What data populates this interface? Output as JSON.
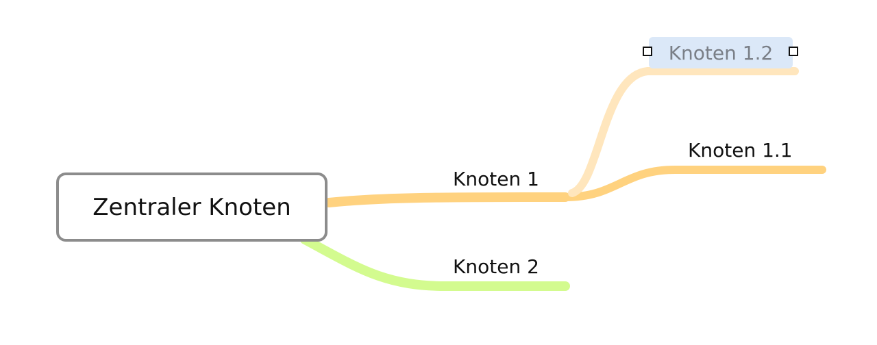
{
  "mindmap": {
    "central_node": {
      "label": "Zentraler Knoten"
    },
    "nodes": [
      {
        "label": "Knoten 1"
      },
      {
        "label": "Knoten 1.1"
      },
      {
        "label": "Knoten 1.2",
        "selected": true
      },
      {
        "label": "Knoten 2"
      }
    ]
  },
  "colors": {
    "branch_orange": "#ffd27f",
    "branch_orange_light": "#ffe6bd",
    "branch_green": "#d3fb8f",
    "selection_bg": "#dbe8f8",
    "central_border": "#8c8c8c"
  }
}
